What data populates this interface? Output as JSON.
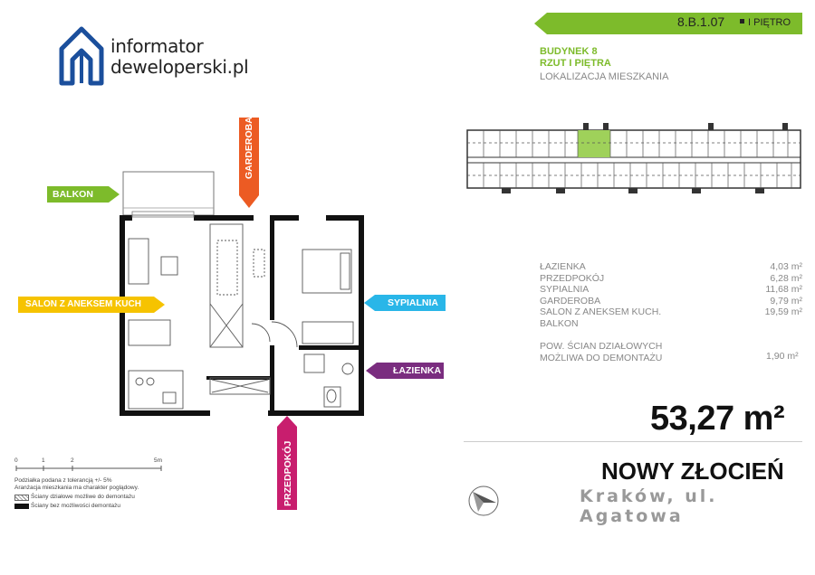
{
  "logo": {
    "line1": "informator",
    "line2": "deweloperski.pl",
    "icon": "house-logo-icon"
  },
  "header": {
    "code": "8.B.1.07",
    "floor": "I PIĘTRO",
    "building": "BUDYNEK 8",
    "plan": "RZUT I PIĘTRA",
    "location_label": "LOKALIZACJA MIESZKANIA",
    "accent_color": "#7dbb2b"
  },
  "rooms": {
    "balkon": "BALKON",
    "garderoba": "GARDEROBA",
    "salon": "SALON Z ANEKSEM KUCH",
    "sypialnia": "SYPIALNIA",
    "lazienka": "ŁAZIENKA",
    "przedpokoj": "PRZEDPOKÓJ"
  },
  "tag_colors": {
    "balkon": "#7dbb2b",
    "garderoba": "#ec5b23",
    "salon": "#f6c300",
    "sypialnia": "#29b6e8",
    "lazienka": "#7a2d7f",
    "przedpokoj": "#c81e6e"
  },
  "areas": [
    {
      "name": "ŁAZIENKA",
      "value": "4,03 m²"
    },
    {
      "name": "PRZEDPOKÓJ",
      "value": "6,28 m²"
    },
    {
      "name": "SYPIALNIA",
      "value": "11,68 m²"
    },
    {
      "name": "GARDEROBA",
      "value": "9,79 m²"
    },
    {
      "name": "SALON Z ANEKSEM KUCH.",
      "value": "19,59 m²"
    },
    {
      "name": "BALKON",
      "value": ""
    }
  ],
  "walls": {
    "line1": "POW. ŚCIAN DZIAŁOWYCH",
    "line2": "MOŻLIWA DO DEMONTAŻU",
    "value": "1,90 m²"
  },
  "total": "53,27 m²",
  "project": "NOWY ZŁOCIEŃ",
  "city": "Kraków, ul. Agatowa",
  "scale": {
    "ticks": [
      "0",
      "1",
      "2",
      "5m"
    ],
    "note1": "Podziałka podana z tolerancją +/- 5%",
    "note2": "Aranżacja mieszkania ma charakter poglądowy.",
    "legend1": "Ściany działowe możliwe do demontażu",
    "legend2": "Ściany bez możliwości demontażu"
  },
  "compass_icon": "compass-icon"
}
